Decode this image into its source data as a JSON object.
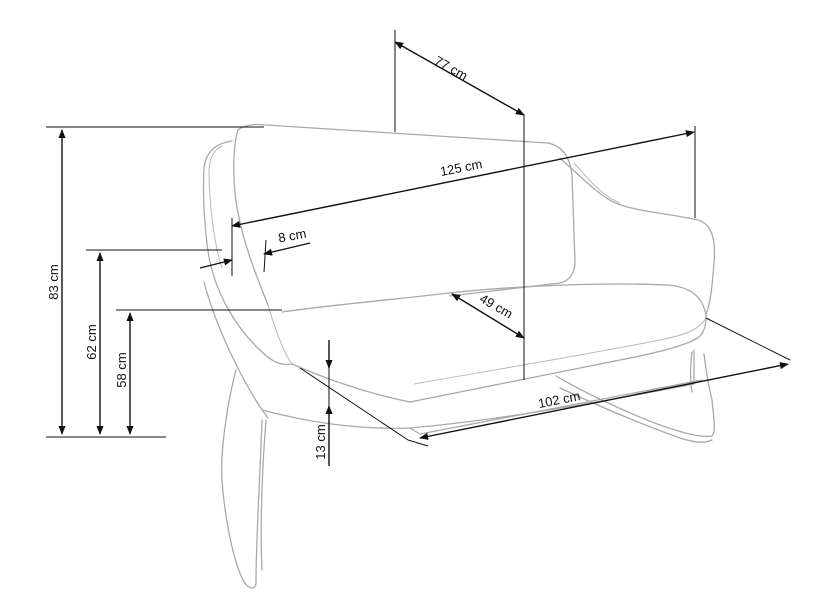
{
  "dimensions": {
    "depth_top": "77 cm",
    "width_overall": "125 cm",
    "armrest_thickness": "8 cm",
    "seat_depth": "49 cm",
    "seat_width": "102 cm",
    "height_total": "83 cm",
    "armrest_height": "62 cm",
    "seat_height": "58 cm",
    "leg_clearance": "13 cm"
  },
  "colors": {
    "sofa_outline": "#a9a9a9",
    "dimension_line": "#111111",
    "background": "#ffffff"
  }
}
